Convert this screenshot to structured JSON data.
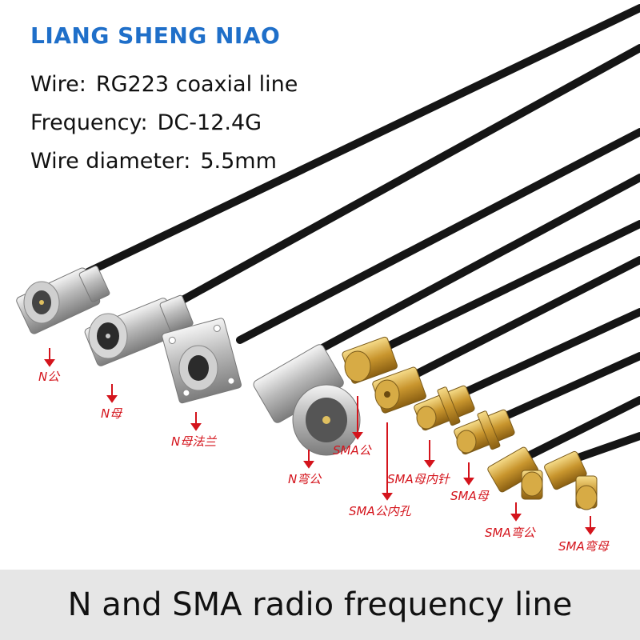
{
  "header": {
    "brand": "LIANG SHENG NIAO",
    "specs": [
      {
        "label": "Wire:",
        "value": "RG223 coaxial line"
      },
      {
        "label": "Frequency:",
        "value": "DC-12.4G"
      },
      {
        "label": "Wire diameter:",
        "value": "5.5mm"
      }
    ]
  },
  "connectors": [
    {
      "label": "N公"
    },
    {
      "label": "N母"
    },
    {
      "label": "N母法兰"
    },
    {
      "label": "N弯公"
    },
    {
      "label": "SMA公"
    },
    {
      "label": "SMA公内孔"
    },
    {
      "label": "SMA母内针"
    },
    {
      "label": "SMA母"
    },
    {
      "label": "SMA弯公"
    },
    {
      "label": "SMA弯母"
    }
  ],
  "banner": {
    "text": "N and SMA radio frequency line"
  },
  "colors": {
    "brand": "#1f6fc9",
    "label": "#d4141c",
    "cable": "#151515",
    "banner_bg": "#e6e6e6"
  }
}
